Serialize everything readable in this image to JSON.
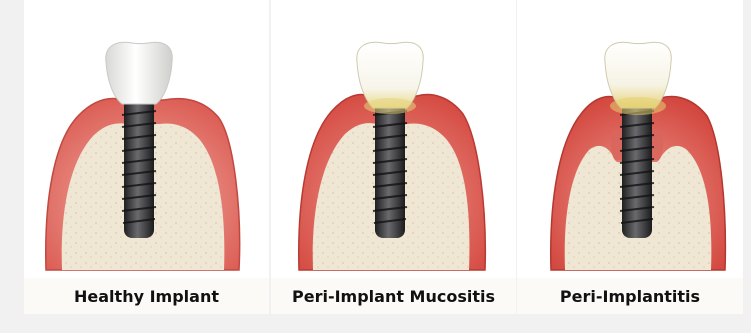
{
  "panels": [
    {
      "label": "Healthy Implant",
      "stage": "healthy"
    },
    {
      "label": "Peri-Implant Mucositis",
      "stage": "mucositis"
    },
    {
      "label": "Peri-Implantitis",
      "stage": "implantitis"
    }
  ],
  "colors": {
    "background": "#f1f1f2",
    "panel": "#ffffff",
    "gum": "#e4847c",
    "gum_dark": "#c85048",
    "bone": "#ece3cf",
    "screw": "#3a3a3c",
    "crown": "#f4f4f2",
    "inflammation": "#e7d890"
  }
}
